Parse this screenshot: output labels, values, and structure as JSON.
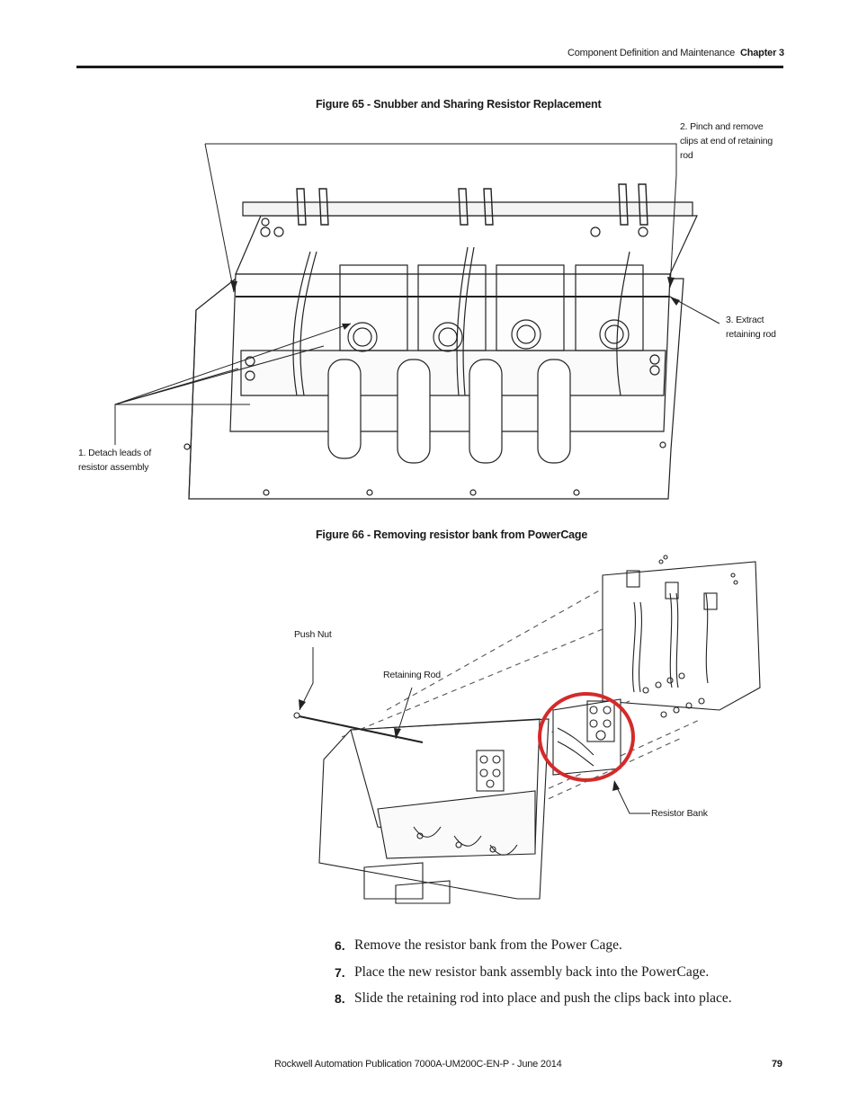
{
  "header": {
    "section": "Component Definition and Maintenance",
    "chapter": "Chapter 3"
  },
  "figure65": {
    "caption": "Figure 65 - Snubber and Sharing Resistor Replacement",
    "callouts": {
      "pinch": [
        "2. Pinch and remove",
        "clips at end of retaining",
        "rod"
      ],
      "extract": [
        "3. Extract",
        "retaining rod"
      ],
      "detach": [
        "1. Detach leads of",
        "resistor assembly"
      ]
    }
  },
  "figure66": {
    "caption": "Figure 66 - Removing resistor bank from PowerCage",
    "callouts": {
      "push_nut": "Push Nut",
      "retaining_rod": "Retaining Rod",
      "resistor_bank": "Resistor Bank"
    },
    "highlight_color": "#d42a2a"
  },
  "steps": [
    {
      "number": "6.",
      "text": "Remove the resistor bank from the Power Cage."
    },
    {
      "number": "7.",
      "text": "Place the new resistor bank assembly back into the PowerCage."
    },
    {
      "number": "8.",
      "text": "Slide the retaining rod into place and push the clips back into place."
    }
  ],
  "footer": {
    "publication": "Rockwell Automation Publication 7000A-UM200C-EN-P - June 2014",
    "page_number": "79"
  }
}
